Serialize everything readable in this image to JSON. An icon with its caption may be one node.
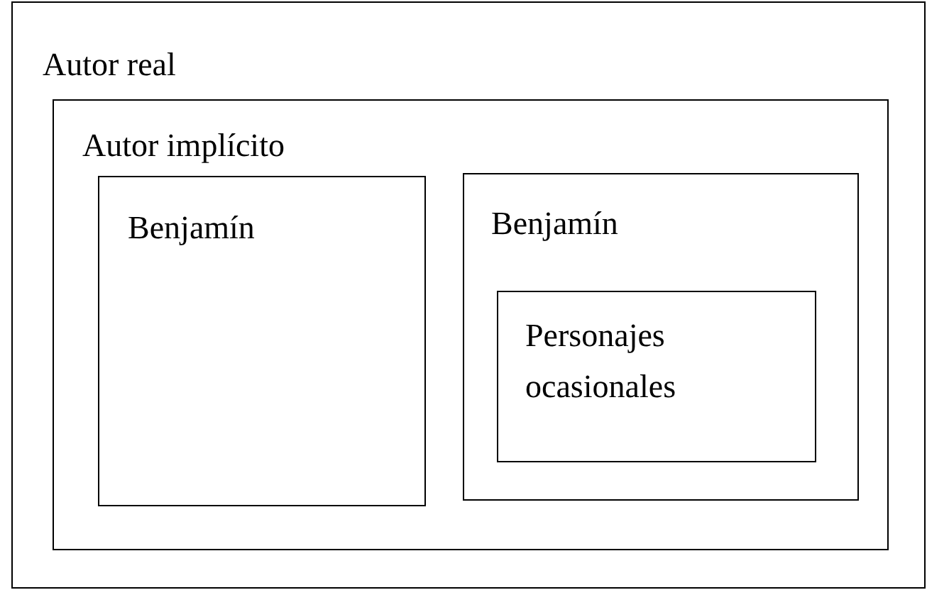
{
  "diagram": {
    "nodes": [
      {
        "text": [
          "Autor real"
        ]
      },
      {
        "text": [
          "Autor implícito"
        ],
        "in": 0
      },
      {
        "text": [
          "Benjamín"
        ],
        "in": 1
      },
      {
        "text": [
          "Benjamín"
        ],
        "in": 1
      },
      {
        "text": [
          "Personajes ocasionales"
        ],
        "in": 3
      }
    ]
  }
}
